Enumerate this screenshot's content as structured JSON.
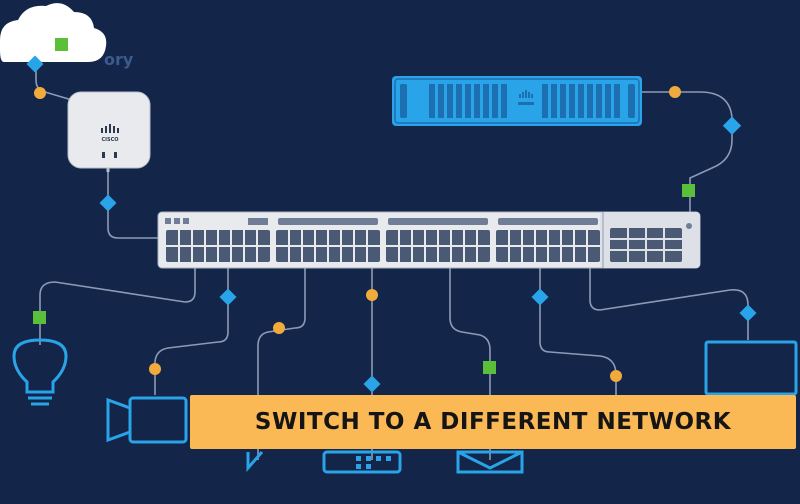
{
  "banner": {
    "text": "SWITCH TO A DIFFERENT NETWORK"
  },
  "cloud": {
    "partial_label": "ory"
  },
  "access_point": {
    "logo_text": "CISCO"
  },
  "colors": {
    "background": "#14254a",
    "line": "#8c9bb5",
    "device_blue": "#2aa4e8",
    "device_white": "#e8eaee",
    "banner": "#fbb955",
    "connector_orange": "#f1ab3d",
    "connector_green": "#5bbf3a",
    "connector_cyan": "#2aa4e8"
  },
  "icons": [
    "cloud-icon",
    "access-point-icon",
    "rack-server-icon",
    "network-switch-icon",
    "light-bulb-icon",
    "video-camera-icon",
    "chat-bubble-icon",
    "phone-icon",
    "mail-icon",
    "laptop-icon"
  ]
}
